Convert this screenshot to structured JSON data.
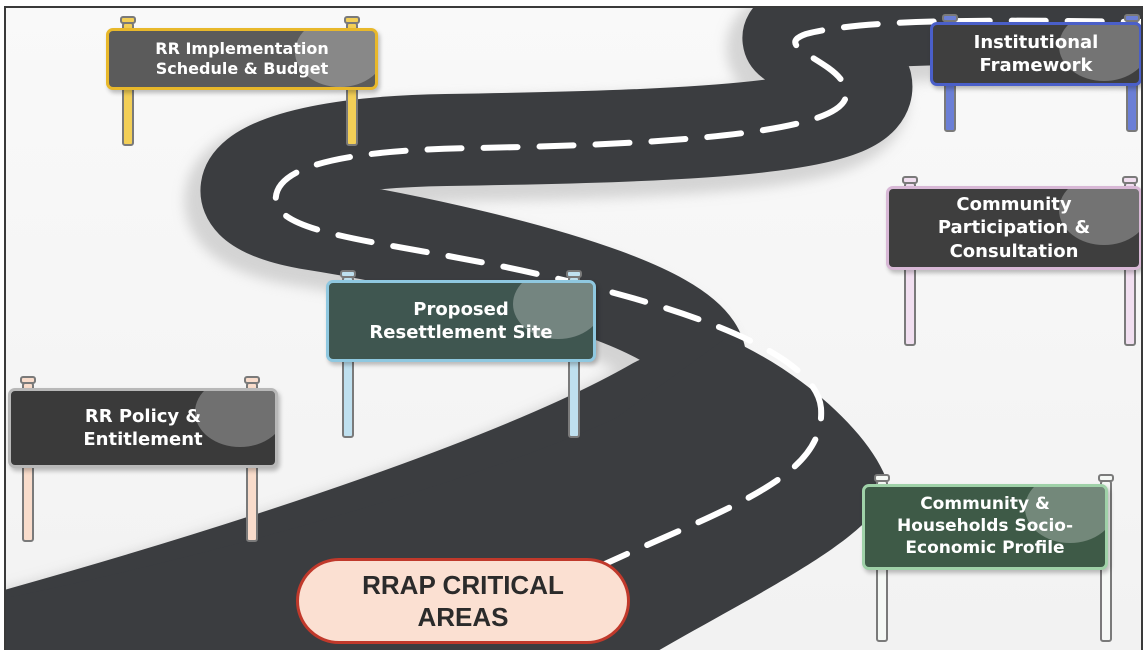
{
  "diagram": {
    "center_label": "RRAP CRITICAL\nAREAS",
    "signs": [
      {
        "id": "implementation",
        "label": "RR Implementation\nSchedule & Budget",
        "post_color": "#f3cf57",
        "board_color": "#5b5b5b",
        "border_color": "#e8b82b"
      },
      {
        "id": "institutional",
        "label": "Institutional\nFramework",
        "post_color": "#6b7fd6",
        "board_color": "#3f3f3f",
        "border_color": "#4a5fc9"
      },
      {
        "id": "community-participation",
        "label": "Community\nParticipation &\nConsultation",
        "post_color": "#f1dff0",
        "board_color": "#3e3e3e",
        "border_color": "#d8b8d6"
      },
      {
        "id": "resettlement-site",
        "label": "Proposed\nResettlement Site",
        "post_color": "#bfe0ef",
        "board_color": "#3f5650",
        "border_color": "#8fc8e0"
      },
      {
        "id": "policy",
        "label": "RR Policy &\nEntitlement",
        "post_color": "#f9dccb",
        "board_color": "#3a3a3a",
        "border_color": "#b8b8b8"
      },
      {
        "id": "socio-economic",
        "label": "Community &\nHouseholds Socio-\nEconomic Profile",
        "post_color": "#f5f8f5",
        "board_color": "#3e5a47",
        "border_color": "#9fd1a8"
      }
    ]
  }
}
